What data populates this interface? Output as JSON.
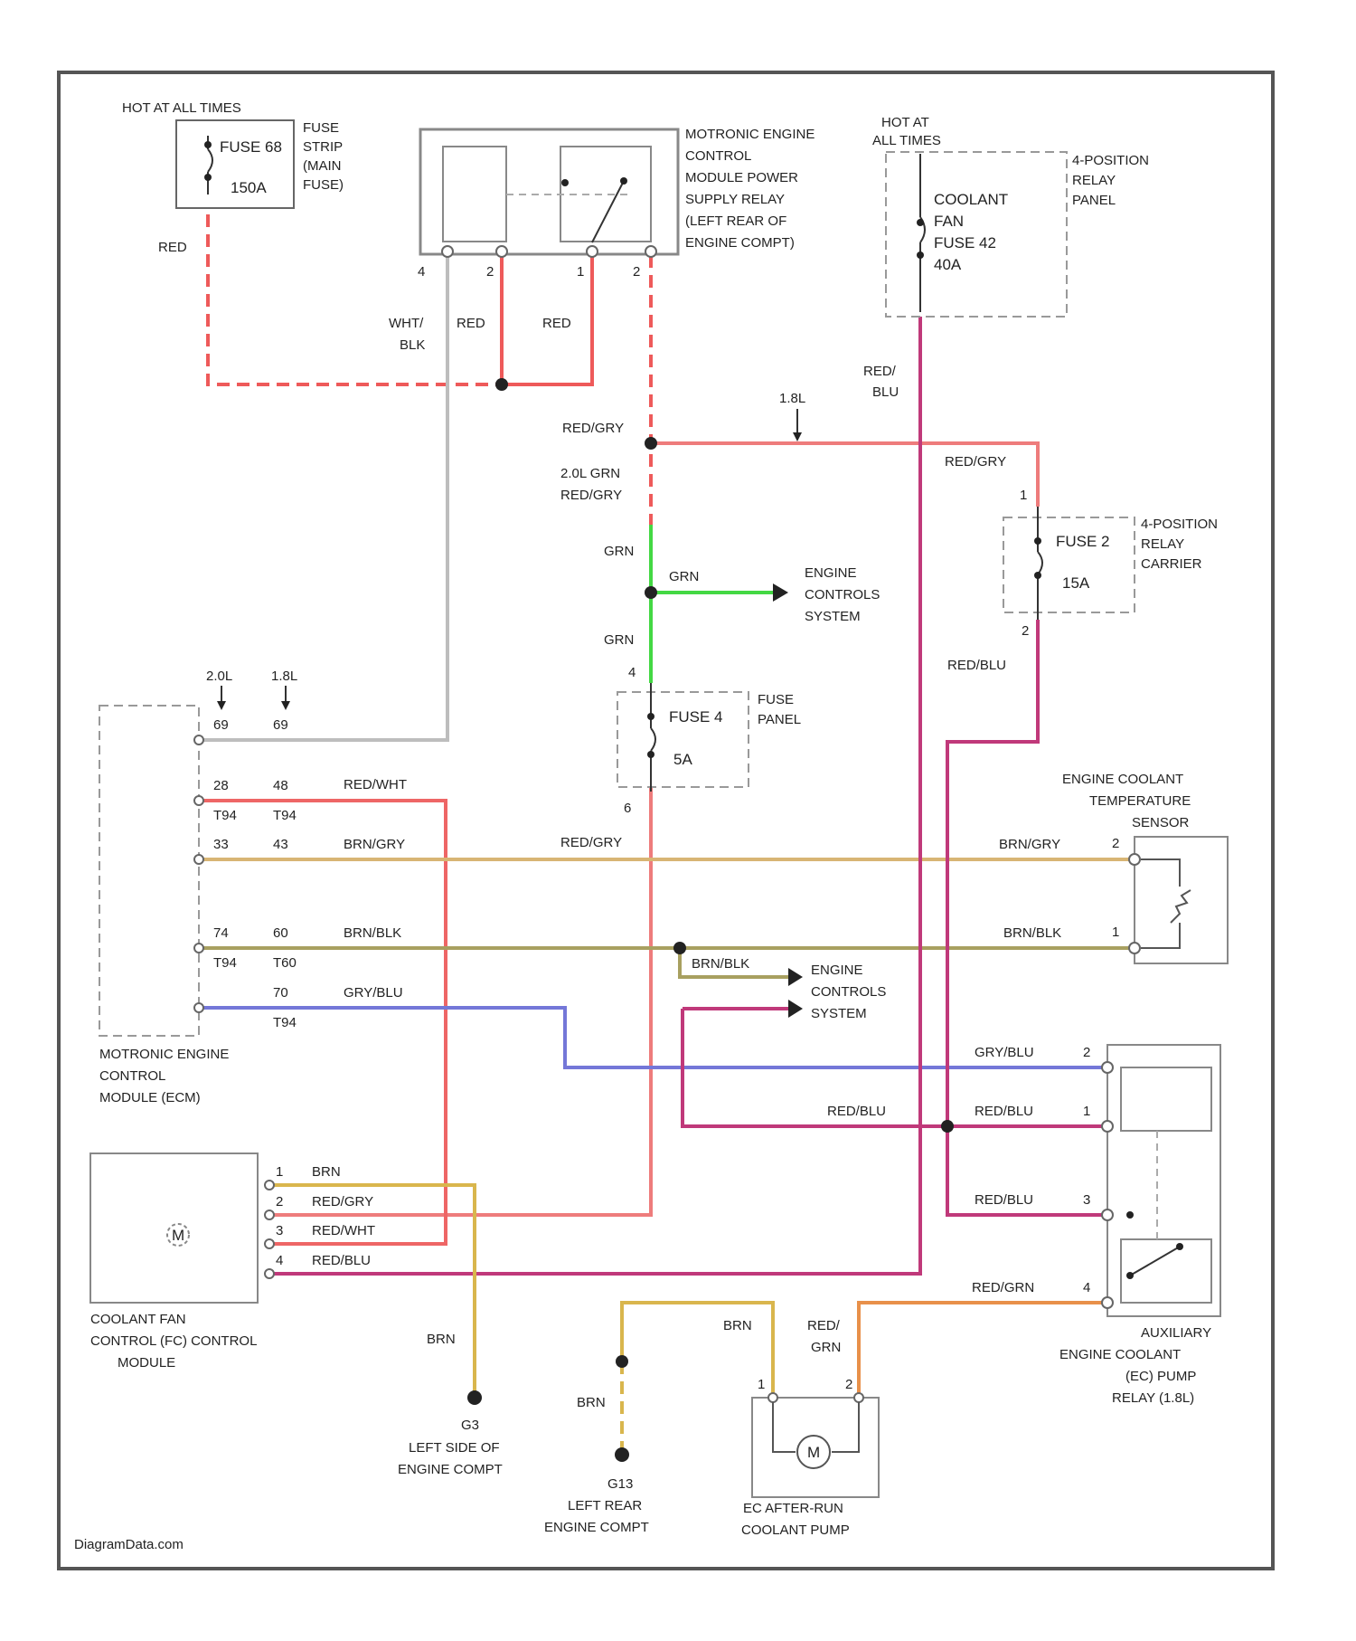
{
  "colors": {
    "red": "#e25a5a",
    "pink_red": "#ee7c7c",
    "magenta": "#c0397a",
    "green": "#43d843",
    "gray": "#bdbdbd",
    "tan": "#cfae72",
    "olive": "#a8a060",
    "blue": "#7477d8",
    "orange": "#e8904a",
    "yellow_brn": "#d9b64d",
    "box": "#555555",
    "dash": "#999999"
  },
  "components": {
    "fuse_strip": {
      "hot": "HOT AT ALL TIMES",
      "fuse": "FUSE 68",
      "amp": "150A",
      "side": [
        "FUSE",
        "STRIP",
        "(MAIN",
        "FUSE)"
      ]
    },
    "power_relay": {
      "label": [
        "MOTRONIC ENGINE",
        "CONTROL",
        "MODULE POWER",
        "SUPPLY RELAY",
        "(LEFT REAR OF",
        "ENGINE COMPT)"
      ],
      "pins": [
        "4",
        "2",
        "1",
        "2"
      ]
    },
    "fuse_42": {
      "hot": [
        "HOT AT",
        "ALL TIMES"
      ],
      "fuse": [
        "COOLANT",
        "FAN",
        "FUSE 42",
        "40A"
      ],
      "side": [
        "4-POSITION",
        "RELAY",
        "PANEL"
      ]
    },
    "fuse_2": {
      "fuse": "FUSE 2",
      "amp": "15A",
      "side": [
        "4-POSITION",
        "RELAY",
        "CARRIER"
      ],
      "pin_top": "1",
      "pin_bottom": "2"
    },
    "fuse_4": {
      "fuse": "FUSE 4",
      "amp": "5A",
      "side": [
        "FUSE",
        "PANEL"
      ],
      "pin_top": "4",
      "pin_bottom": "6"
    },
    "ecm": {
      "label": [
        "MOTRONIC ENGINE",
        "CONTROL",
        "MODULE (ECM)"
      ],
      "header_a": "2.0L",
      "header_b": "1.8L",
      "pins": [
        {
          "a": "69",
          "b": "69",
          "sub_a": "",
          "sub_b": ""
        },
        {
          "a": "28",
          "b": "48",
          "sub_a": "T94",
          "sub_b": "T94"
        },
        {
          "a": "33",
          "b": "43",
          "sub_a": "",
          "sub_b": ""
        },
        {
          "a": "74",
          "b": "60",
          "sub_a": "T94",
          "sub_b": "T60"
        },
        {
          "a": "",
          "b": "70",
          "sub_a": "",
          "sub_b": "T94"
        }
      ]
    },
    "sensor": {
      "label": [
        "ENGINE COOLANT",
        "TEMPERATURE",
        "SENSOR"
      ],
      "pin_top": "2",
      "pin_bottom": "1"
    },
    "aux_relay": {
      "label": [
        "AUXILIARY",
        "ENGINE COOLANT",
        "(EC) PUMP",
        "RELAY (1.8L)"
      ],
      "pins": [
        "2",
        "1",
        "3",
        "4"
      ]
    },
    "fan_module": {
      "label": [
        "COOLANT FAN",
        "CONTROL (FC) CONTROL",
        "MODULE"
      ],
      "motor": "M",
      "pins": [
        "1",
        "2",
        "3",
        "4"
      ]
    },
    "pump": {
      "label": [
        "EC AFTER-RUN",
        "COOLANT PUMP"
      ],
      "motor": "M",
      "pins": [
        "1",
        "2"
      ]
    },
    "g_left": {
      "name": "G3",
      "label": [
        "LEFT SIDE OF",
        "ENGINE COMPT"
      ]
    },
    "g_rear": {
      "name": "G13",
      "label": [
        "LEFT REAR",
        "ENGINE COMPT"
      ]
    },
    "engine_control": {
      "label": [
        "ENGINE",
        "CONTROLS",
        "SYSTEM"
      ]
    },
    "engine_control2": {
      "label": [
        "ENGINE",
        "CONTROLS",
        "SYSTEM"
      ]
    }
  },
  "wires": {
    "red_main": "RED",
    "wht_blk": [
      "WHT/",
      "BLK"
    ],
    "red_a": "RED",
    "red_b": "RED",
    "red_blu_top": [
      "RED/",
      "BLU"
    ],
    "liter_top": "1.8L",
    "red_gry_left": "RED/GRY",
    "red_gry_right": "RED/GRY",
    "liter_note": [
      "2.0L GRN",
      "RED/GRY"
    ],
    "grn_1": "GRN",
    "grn_2": "GRN",
    "grn_3": "GRN",
    "red_blu_mid": "RED/BLU",
    "red_wht": "RED/WHT",
    "red_gry_mid": "RED/GRY",
    "brn_gry_l": "BRN/GRY",
    "brn_gry_r": "BRN/GRY",
    "brn_blk_l": "BRN/BLK",
    "brn_blk_r": "BRN/BLK",
    "brn_blk_c": "BRN/BLK",
    "gry_blu_l": "GRY/BLU",
    "gry_blu_r": "GRY/BLU",
    "red_blu_c": "RED/BLU",
    "red_blu_r1": "RED/BLU",
    "red_blu_r2": "RED/BLU",
    "red_grn_r": "RED/GRN",
    "fan_pins": [
      "BRN",
      "RED/GRY",
      "RED/WHT",
      "RED/BLU"
    ],
    "brn_g3": "BRN",
    "brn_pump": "BRN",
    "red_grn_pump": [
      "RED/",
      "GRN"
    ],
    "brn_g13": "BRN"
  },
  "watermark": "DiagramData.com"
}
